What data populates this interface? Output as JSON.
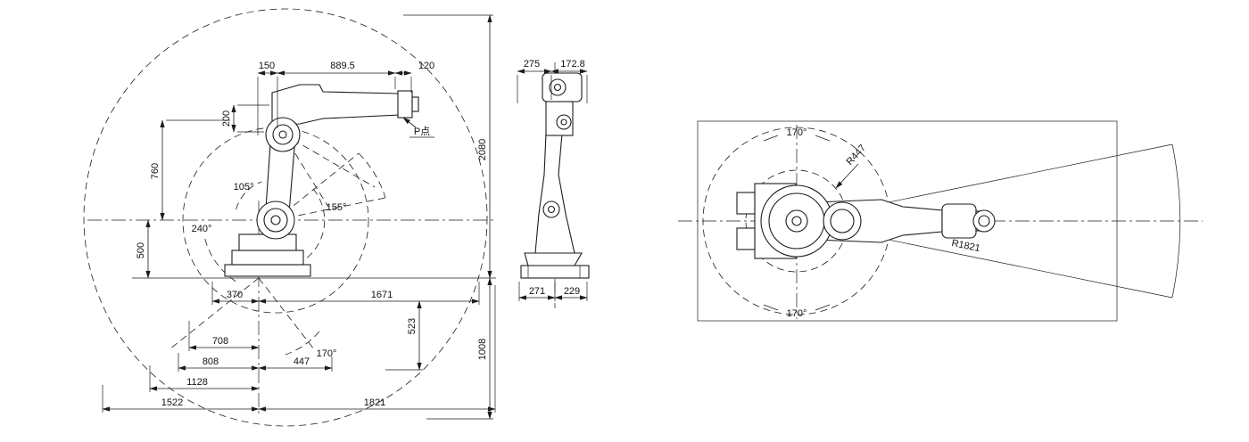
{
  "drawing": {
    "side_view": {
      "d150": "150",
      "d889_5": "889.5",
      "d120": "120",
      "d200": "200",
      "d760": "760",
      "d500": "500",
      "d2080": "2080",
      "d1008": "1008",
      "d370": "370",
      "d1671": "1671",
      "d523": "523",
      "d708": "708",
      "d808": "808",
      "d447": "447",
      "d1128": "1128",
      "d1522": "1522",
      "d1821": "1821",
      "a105": "105°",
      "a155": "155°",
      "a240": "240°",
      "a170": "170°",
      "p_point": "P点"
    },
    "front_view": {
      "d275": "275",
      "d172_8": "172.8",
      "d271": "271",
      "d229": "229"
    },
    "top_view": {
      "a_top": "170°",
      "a_bottom": "170°",
      "r447": "R447",
      "r1821": "R1821"
    }
  }
}
